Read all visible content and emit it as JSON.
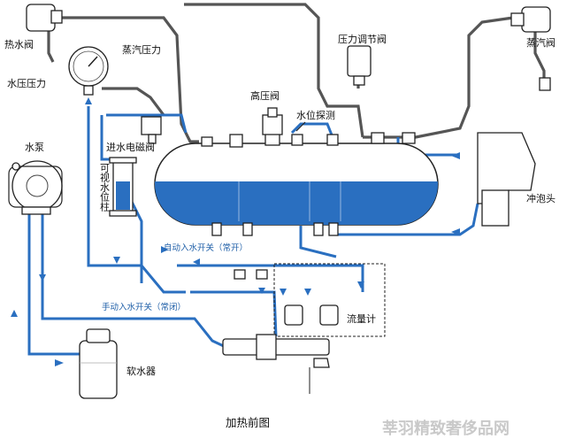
{
  "labels": {
    "hot_water_valve": "热水阀",
    "water_pressure": "水压压力",
    "steam_pressure": "蒸汽压力",
    "pressure_regulating_valve": "压力调节阀",
    "steam_valve": "蒸汽阀",
    "high_pressure_valve": "高压阀",
    "water_level_probe": "水位探测",
    "water_pump": "水泵",
    "inlet_solenoid_valve": "进水电磁阀",
    "sight_glass": "可视水位柱",
    "auto_inlet_switch": "自动入水开关（常开）",
    "manual_inlet_switch": "手动入水开关（常闭）",
    "flowmeter": "流量计",
    "water_softener": "软水器",
    "foaming_head": "冲泡头",
    "caption": "加热前图",
    "watermark": "莘羽精致奢侈品网"
  },
  "colors": {
    "water_blue": "#2a6fc0",
    "pipe_grey": "#555555",
    "tank_outline": "#222222"
  }
}
